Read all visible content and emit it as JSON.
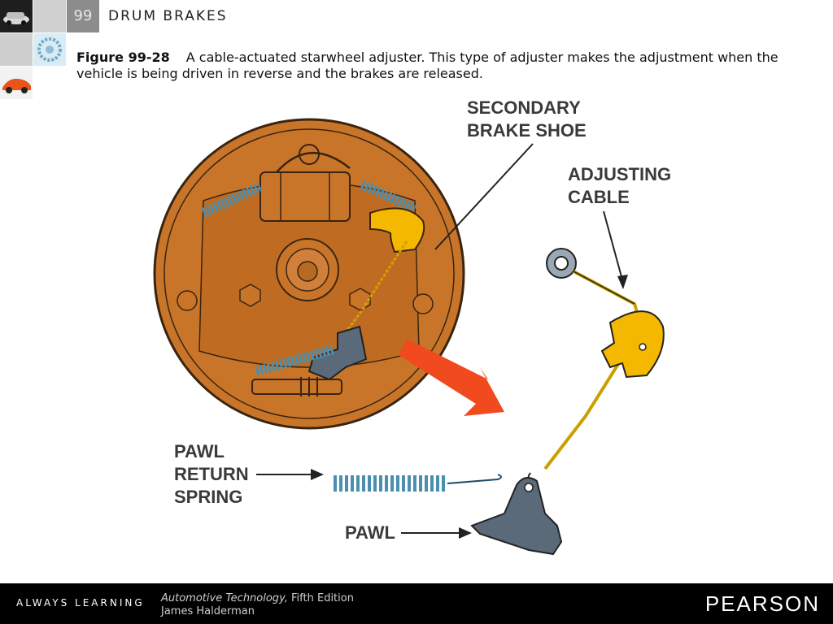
{
  "header": {
    "chapter_number": "99",
    "chapter_title": "DRUM BRAKES"
  },
  "caption": {
    "figure_label": "Figure 99-28",
    "text": "A cable-actuated starwheel adjuster. This type of adjuster makes the adjustment when the vehicle is being driven in reverse and the brakes are released."
  },
  "figure": {
    "labels": {
      "secondary_brake_shoe": "SECONDARY\nBRAKE SHOE",
      "adjusting_cable": "ADJUSTING\nCABLE",
      "pawl_return_spring": "PAWL\nRETURN\nSPRING",
      "pawl": "PAWL"
    },
    "colors": {
      "backing_plate": "#c8752a",
      "spring": "#4a8fb0",
      "guide": "#f5b800",
      "pawl": "#5a6a78",
      "arrow": "#f04a1e"
    }
  },
  "footer": {
    "tagline": "ALWAYS LEARNING",
    "book_title": "Automotive Technology,",
    "edition": " Fifth Edition",
    "author": "James Halderman",
    "publisher": "PEARSON"
  }
}
